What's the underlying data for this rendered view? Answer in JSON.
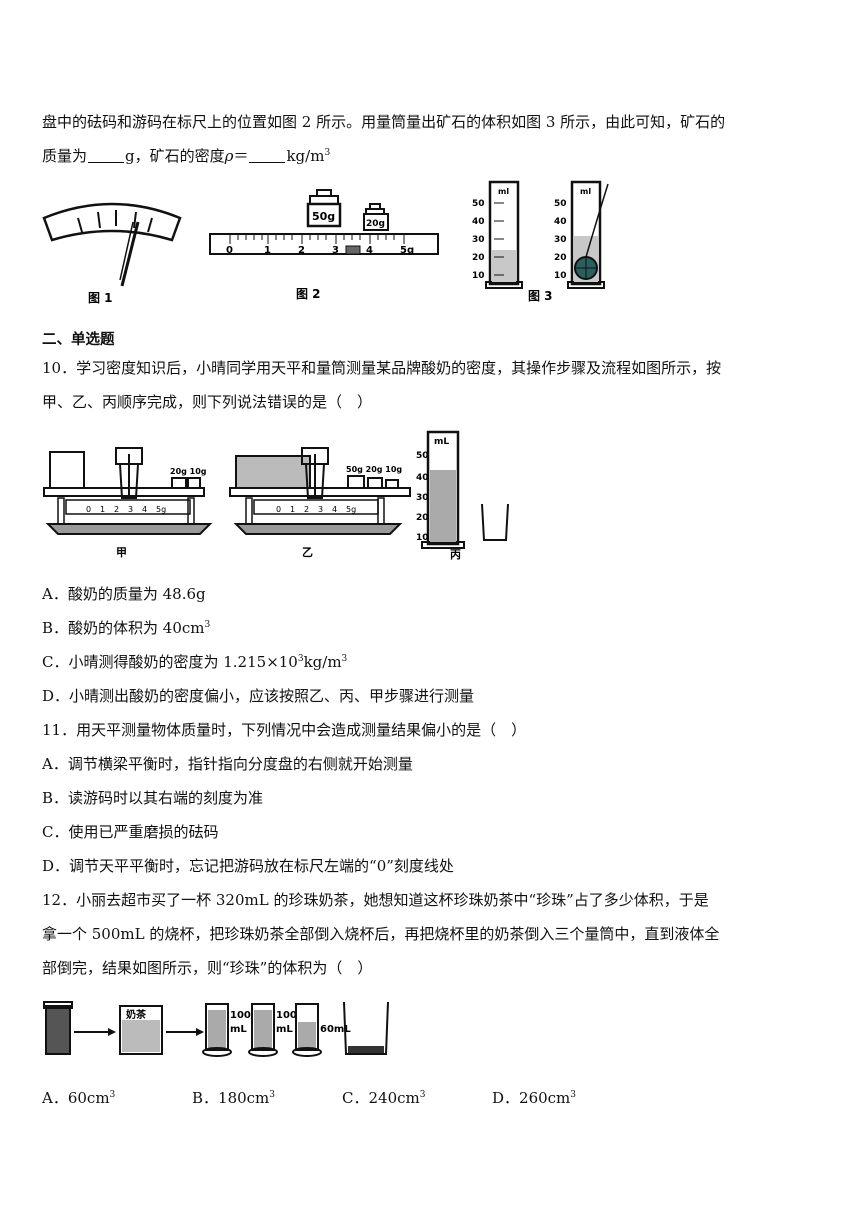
{
  "q9": {
    "line1": "盘中的砝码和游码在标尺上的位置如图 2 所示。用量筒量出矿石的体积如图 3 所示，由此可知，矿石的",
    "line2_a": "质量为",
    "line2_b": "g，矿石的密度",
    "line2_rho": "ρ",
    "line2_c": "＝",
    "line2_unit": "kg/m",
    "line2_sup": "3",
    "fig1_caption": "图 1",
    "fig2_caption": "图 2",
    "fig3_caption": "图 3",
    "fig2_weight_big": "50g",
    "fig2_weight_small": "20g",
    "fig2_scale_ticks": [
      "0",
      "1",
      "2",
      "3",
      "4",
      "5g"
    ],
    "fig3_unit": "ml",
    "fig3_left_ticks": [
      "50",
      "40",
      "30",
      "20",
      "10"
    ],
    "fig3_right_ticks": [
      "50",
      "40",
      "30",
      "20",
      "10"
    ]
  },
  "section2_title": "二、单选题",
  "q10": {
    "line1": "10．学习密度知识后，小晴同学用天平和量筒测量某品牌酸奶的密度，其操作步骤及流程如图所示，按",
    "line2": "甲、乙、丙顺序完成，则下列说法错误的是（　）",
    "fig_jia": "甲",
    "fig_yi": "乙",
    "fig_bing": "丙",
    "jia_weights": "20g 10g",
    "yi_weights": "50g 20g 10g",
    "scale_ticks": [
      "0",
      "1",
      "2",
      "3",
      "4",
      "5g"
    ],
    "cylinder_unit": "mL",
    "cylinder_ticks": [
      "50",
      "40",
      "30",
      "20",
      "10"
    ],
    "optA": "A．酸奶的质量为 48.6g",
    "optB": "B．酸奶的体积为 40cm",
    "optB_sup": "3",
    "optC_a": "C．小晴测得酸奶的密度为 1.215×10",
    "optC_sup1": "3",
    "optC_b": "kg/m",
    "optC_sup2": "3",
    "optD": "D．小晴测出酸奶的密度偏小，应该按照乙、丙、甲步骤进行测量"
  },
  "q11": {
    "stem": "11．用天平测量物体质量时，下列情况中会造成测量结果偏小的是（　）",
    "optA": "A．调节横梁平衡时，指针指向分度盘的右侧就开始测量",
    "optB": "B．读游码时以其右端的刻度为准",
    "optC": "C．使用已严重磨损的砝码",
    "optD": "D．调节天平平衡时，忘记把游码放在标尺左端的“0”刻度线处"
  },
  "q12": {
    "line1": "12．小丽去超市买了一杯 320mL 的珍珠奶茶，她想知道这杯珍珠奶茶中“珍珠”占了多少体积，于是",
    "line2": "拿一个 500mL 的烧杯，把珍珠奶茶全部倒入烧杯后，再把烧杯里的奶茶倒入三个量筒中，直到液体全",
    "line3": "部倒完，结果如图所示，则“珍珠”的体积为（　）",
    "fig_label_beaker": "奶茶",
    "fig_label_100a": "100",
    "fig_label_ml_a": "mL",
    "fig_label_100b": "100",
    "fig_label_ml_b": "mL",
    "fig_label_60": "60mL",
    "optA": "A．60cm",
    "optB": "B．180cm",
    "optC": "C．240cm",
    "optD": "D．260cm",
    "opt_sup": "3"
  }
}
